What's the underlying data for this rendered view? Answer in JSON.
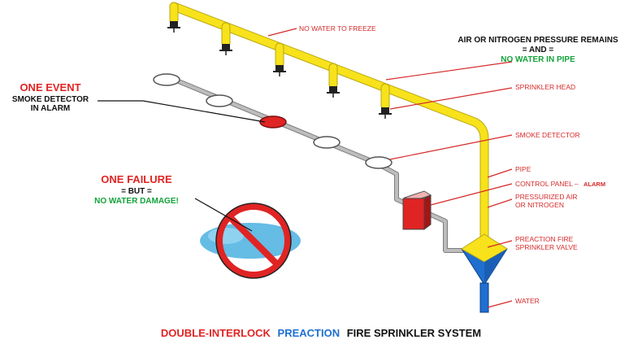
{
  "colors": {
    "pipe_air": "#f7e21b",
    "water": "#1f6fd1",
    "alarm_red": "#e02424",
    "label_red": "#d62a2a",
    "label_green": "#13a23a",
    "wire_gray": "#bdbdbd"
  },
  "callouts": {
    "no_water_to_freeze": "NO WATER TO FREEZE",
    "pressure_line1": "AIR OR NITROGEN PRESSURE REMAINS",
    "pressure_line2": "= AND =",
    "pressure_line3": "NO WATER IN PIPE",
    "sprinkler_head": "SPRINKLER HEAD",
    "smoke_detector": "SMOKE DETECTOR",
    "pipe": "PIPE",
    "control_panel": "CONTROL PANEL –",
    "control_panel_status": "ALARM",
    "pressurized_line1": "PRESSURIZED AIR",
    "pressurized_line2": "OR NITROGEN",
    "valve_line1": "PREACTION FIRE",
    "valve_line2": "SPRINKLER VALVE",
    "water": "WATER"
  },
  "event": {
    "heading": "ONE EVENT",
    "line1": "SMOKE DETECTOR",
    "line2": "IN ALARM"
  },
  "failure": {
    "heading": "ONE FAILURE",
    "line1": "= BUT =",
    "line2": "NO WATER DAMAGE!"
  },
  "title": {
    "part1": "DOUBLE-INTERLOCK",
    "part2": "PREACTION",
    "part3": "FIRE SPRINKLER SYSTEM"
  }
}
